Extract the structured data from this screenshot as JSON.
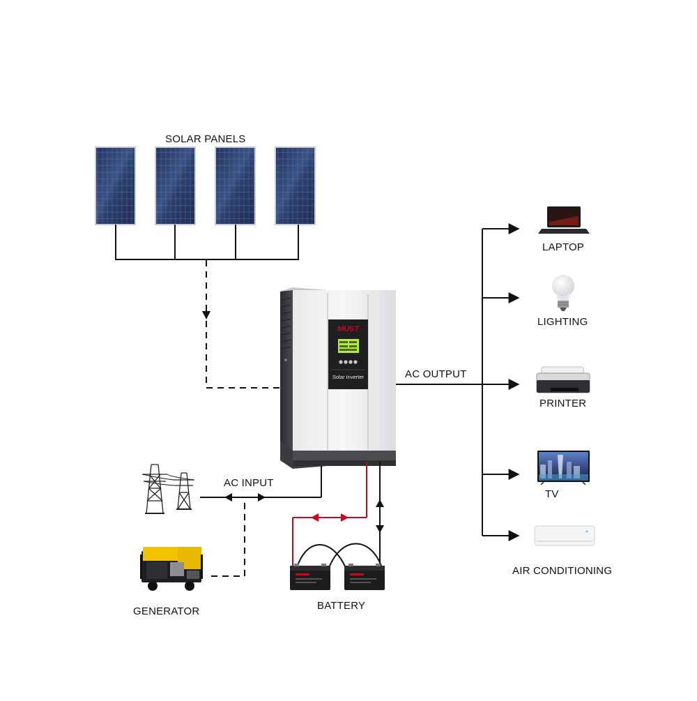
{
  "labels": {
    "solar_panels": "SOLAR PANELS",
    "ac_output": "AC OUTPUT",
    "ac_input": "AC INPUT",
    "generator": "GENERATOR",
    "battery": "BATTERY"
  },
  "inverter": {
    "brand": "MUST",
    "model_text": "Solar Inverter"
  },
  "loads": [
    {
      "name": "LAPTOP",
      "icon": "laptop-icon"
    },
    {
      "name": "LIGHTING",
      "icon": "light-bulb-icon"
    },
    {
      "name": "PRINTER",
      "icon": "printer-icon"
    },
    {
      "name": "TV",
      "icon": "tv-icon"
    },
    {
      "name": "AIR CONDITIONING",
      "icon": "air-conditioner-icon"
    }
  ],
  "colors": {
    "line": "#111111",
    "battery_positive": "#d0021b",
    "panel_blue": "#2a3d6e",
    "brand_red": "#d0021b",
    "lcd_green": "#b7e64a"
  }
}
